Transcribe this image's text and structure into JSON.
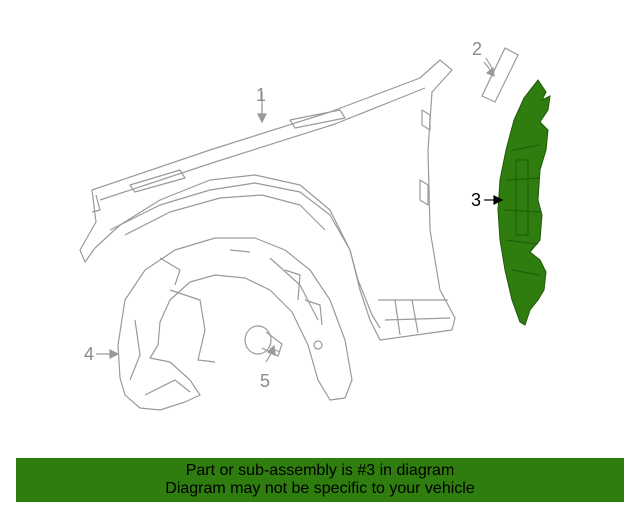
{
  "callouts": {
    "c1": "1",
    "c2": "2",
    "c3": "3",
    "c4": "4",
    "c5": "5"
  },
  "banner": {
    "line1": "Part or sub-assembly is #3 in diagram",
    "line2": "Diagram may not be specific to your vehicle"
  },
  "colors": {
    "highlight_part": "#2e7d0e",
    "banner": "#2e7d0e",
    "outline": "#9a9a9a"
  }
}
